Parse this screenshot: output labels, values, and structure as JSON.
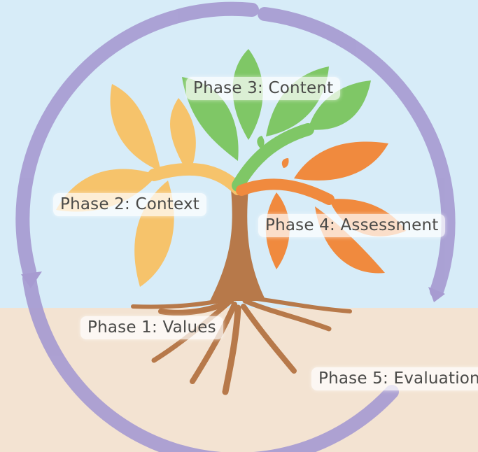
{
  "phases": [
    {
      "id": "phase-1",
      "label": "Phase 1: Values"
    },
    {
      "id": "phase-2",
      "label": "Phase 2: Context"
    },
    {
      "id": "phase-3",
      "label": "Phase 3: Content"
    },
    {
      "id": "phase-4",
      "label": "Phase 4: Assessment"
    },
    {
      "id": "phase-5",
      "label": "Phase 5: Evaluation"
    }
  ],
  "colors": {
    "sky": "#d7ecf8",
    "ground": "#f3e3d2",
    "cycle_arrow": "#a79bd1",
    "trunk": "#b7794a",
    "leaves_context": "#f6c36b",
    "leaves_content": "#7fc766",
    "leaves_assessment": "#f08a3e"
  }
}
